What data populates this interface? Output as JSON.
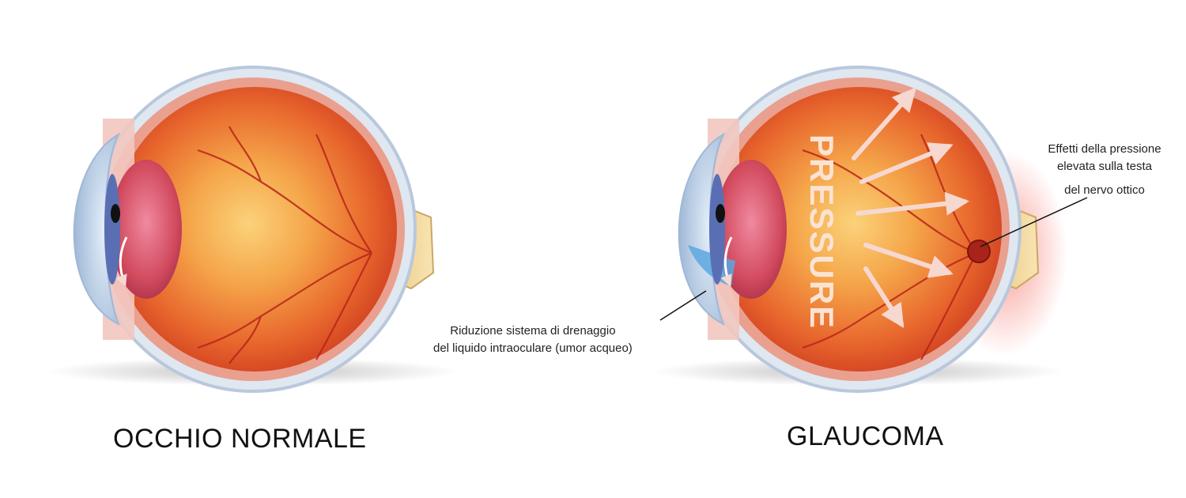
{
  "diagram": {
    "normal_eye": {
      "title": "OCCHIO NORMALE"
    },
    "glaucoma_eye": {
      "title": "GLAUCOMA",
      "pressure_word": "PRESSURE",
      "callout_drainage": {
        "line1": "Riduzione sistema di drenaggio",
        "line2": "del liquido intraoculare (umor acqueo)"
      },
      "callout_optic_nerve": {
        "line1": "Effetti della pressione",
        "line2": "elevata sulla testa",
        "line3": "del nervo ottico"
      }
    },
    "colors": {
      "sclera_outer": "#c9d6e6",
      "choroid": "#e39a8a",
      "retina_red": "#d83a23",
      "retina_glow": "#f7b04a",
      "lens": "#d24a5e",
      "cornea": "#cfe0f2",
      "iris": "#5a6fb3",
      "optic_nerve": "#f3d79a",
      "vessel": "#b8241a",
      "arrow": "#f6d8d0",
      "pressure_glow": "#f3473a"
    }
  }
}
